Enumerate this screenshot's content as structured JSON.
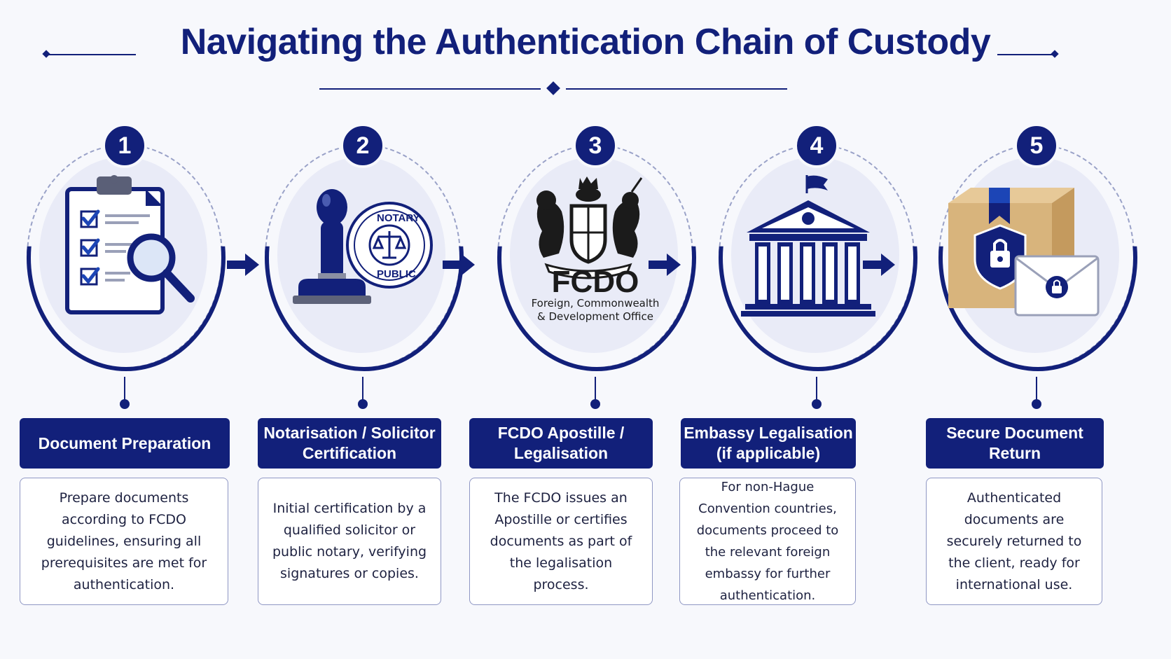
{
  "title": "Navigating the Authentication Chain of Custody",
  "colors": {
    "primary": "#12207a",
    "disc": "#e9ebf7",
    "background": "#f7f8fc"
  },
  "steps": [
    {
      "number": "1",
      "icon": "clipboard-checklist-magnifier-icon",
      "title": "Document Preparation",
      "description": "Prepare documents according to FCDO guidelines, ensuring all prerequisites are met for authentication."
    },
    {
      "number": "2",
      "icon": "notary-stamp-seal-icon",
      "title": "Notarisation / Solicitor Certification",
      "description": "Initial certification by a qualified solicitor or public notary, verifying signatures or copies.",
      "seal_text_top": "NOTARY",
      "seal_text_bottom": "PUBLIC"
    },
    {
      "number": "3",
      "icon": "royal-coat-of-arms-icon",
      "title": "FCDO Apostille / Legalisation",
      "description": "The FCDO issues an Apostille or certifies documents as part of the legalisation process.",
      "logo_text": "FCDO",
      "logo_sub_1": "Foreign, Commonwealth",
      "logo_sub_2": "& Development Office"
    },
    {
      "number": "4",
      "icon": "embassy-building-flag-icon",
      "title": "Embassy Legalisation (if applicable)",
      "description": "For non-Hague Convention countries, documents proceed to the relevant foreign embassy for further authentication."
    },
    {
      "number": "5",
      "icon": "secure-package-envelope-lock-icon",
      "title": "Secure Document Return",
      "description": "Authenticated documents are securely returned to the client, ready for international use."
    }
  ]
}
